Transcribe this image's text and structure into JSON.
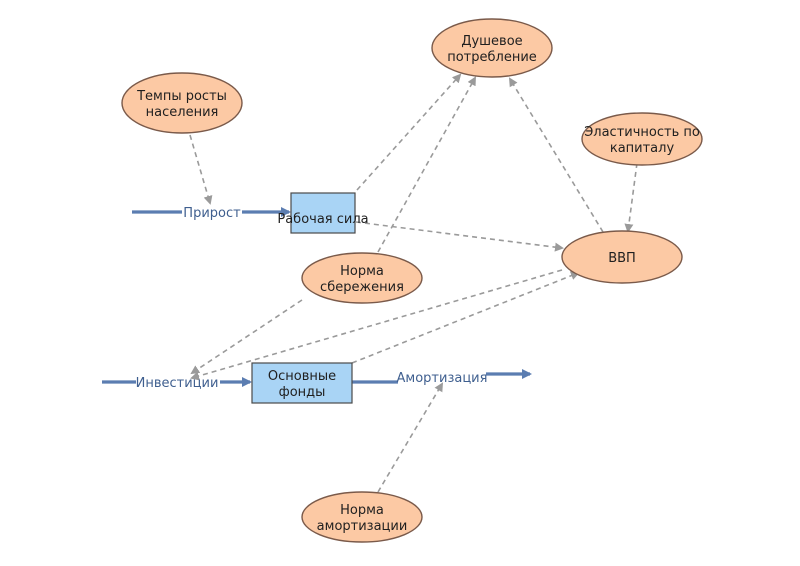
{
  "diagram": {
    "nodes": {
      "population_growth": {
        "lines": [
          "Темпы росты",
          "населения"
        ]
      },
      "consumption": {
        "lines": [
          "Душевое",
          "потребление"
        ]
      },
      "elasticity": {
        "lines": [
          "Эластичность по",
          "капиталу"
        ]
      },
      "gdp": {
        "lines": [
          "ВВП"
        ]
      },
      "savings_rate": {
        "lines": [
          "Норма",
          "сбережения"
        ]
      },
      "depreciation_rate": {
        "lines": [
          "Норма",
          "амортизации"
        ]
      },
      "labor": {
        "lines": [
          "Рабочая сила"
        ]
      },
      "capital": {
        "lines": [
          "Основные",
          "фонды"
        ]
      }
    },
    "flows": {
      "growth": "Прирост",
      "investment": "Инвестиции",
      "amortization": "Амортизация"
    },
    "colors": {
      "aux_fill": "#fcc9a4",
      "stock_fill": "#a9d4f5",
      "flow_stroke": "#5b7db1",
      "link_stroke": "#9a9a9a"
    }
  }
}
